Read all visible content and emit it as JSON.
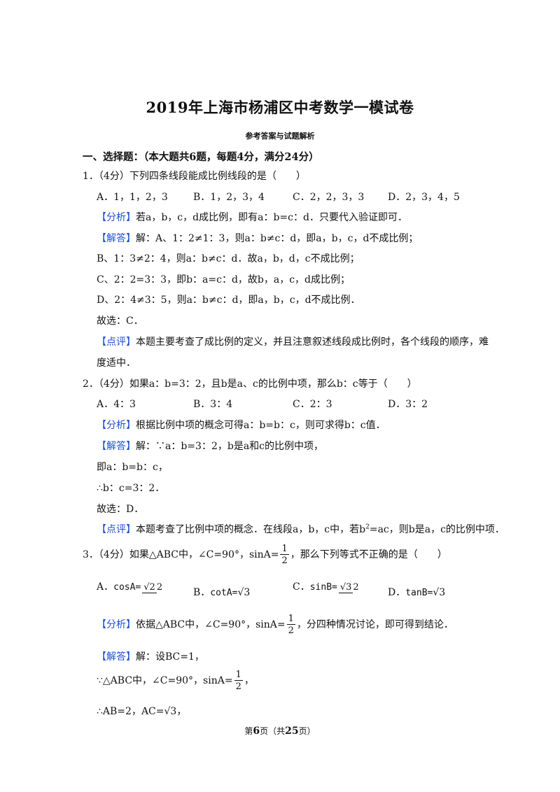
{
  "title": "2019年上海市杨浦区中考数学一模试卷",
  "subtitle": "参考答案与试题解析",
  "section": "一、选择题：（本大题共6题，每题4分，满分24分）",
  "q1": {
    "stem": "1．（4分）下列四条线段能成比例线段的是（　　）",
    "options": [
      "A．1，1，2，3",
      "B．1，2，3，4",
      "C．2，2，3，3",
      "D．2，3，4，5"
    ],
    "analysis_tag": "【分析】",
    "analysis": "若a，b，c，d成比例，即有a：b=c：d．只要代入验证即可．",
    "solution_tag": "【解答】",
    "solution_lines": [
      "解：A、1：2≠1：3，则a：b≠c：d，即a，b，c，d不成比例；",
      "B、1：3≠2：4，则a：b≠c：d．故a，b，d，c不成比例；",
      "C、2：2=3：3，即b：a=c：d，故b，a，c，d成比例；",
      "D、2：4≠3：5，则a：b≠c：d，即a，b，c，d不成比例．",
      "故选：C．"
    ],
    "comment_tag": "【点评】",
    "comment_line1": "本题主要考查了成比例的定义，并且注意叙述线段成比例时，各个线段的顺序，难",
    "comment_line2": "度适中．"
  },
  "q2": {
    "stem": "2．（4分）如果a：b=3：2，且b是a、c的比例中项，那么b：c等于（　　）",
    "options": [
      "A．4：3",
      "B．3：4",
      "C．2：3",
      "D．3：2"
    ],
    "analysis_tag": "【分析】",
    "analysis": "根据比例中项的概念可得a：b=b：c，则可求得b：c值．",
    "solution_tag": "【解答】",
    "solution_lines": [
      "解：∵a：b=3：2，b是a和c的比例中项，",
      "即a：b=b：c，",
      "∴b：c=3：2．",
      "故选：D．"
    ],
    "comment_tag": "【点评】",
    "comment_pre": "本题考查了比例中项的概念．在线段a，b，c中，若b",
    "comment_sup": "2",
    "comment_post": "=ac，则b是a，c的比例中项．"
  },
  "q3": {
    "stem_pre": "3．（4分）如果△ABC中，∠C=90°，sinA=",
    "stem_num": "1",
    "stem_den": "2",
    "stem_post": "，那么下列等式不正确的是（　　）",
    "opt_a_pre": "A．",
    "opt_a_fn": "cosA=",
    "opt_a_num": "√2",
    "opt_a_den": "2",
    "opt_b_pre": "B．",
    "opt_b_fn": "cotA=",
    "opt_b_val": "√3",
    "opt_c_pre": "C．",
    "opt_c_fn": "sinB=",
    "opt_c_num": "√3",
    "opt_c_den": "2",
    "opt_d_pre": "D．",
    "opt_d_fn": "tanB=",
    "opt_d_val": "√3",
    "analysis_tag": "【分析】",
    "analysis_pre": "依据△ABC中，∠C=90°，sinA=",
    "analysis_num": "1",
    "analysis_den": "2",
    "analysis_post": "，分四种情况讨论，即可得到结论．",
    "solution_tag": "【解答】",
    "solution_line1": "解：设BC=1，",
    "solution_line2_pre": "∵△ABC中，∠C=90°，sinA=",
    "solution_line2_num": "1",
    "solution_line2_den": "2",
    "solution_line2_post": "，",
    "solution_line3": "∴AB=2，AC=√3，"
  },
  "footer": {
    "pre": "第",
    "page": "6",
    "mid": "页（共",
    "total": "25",
    "post": "页）"
  }
}
